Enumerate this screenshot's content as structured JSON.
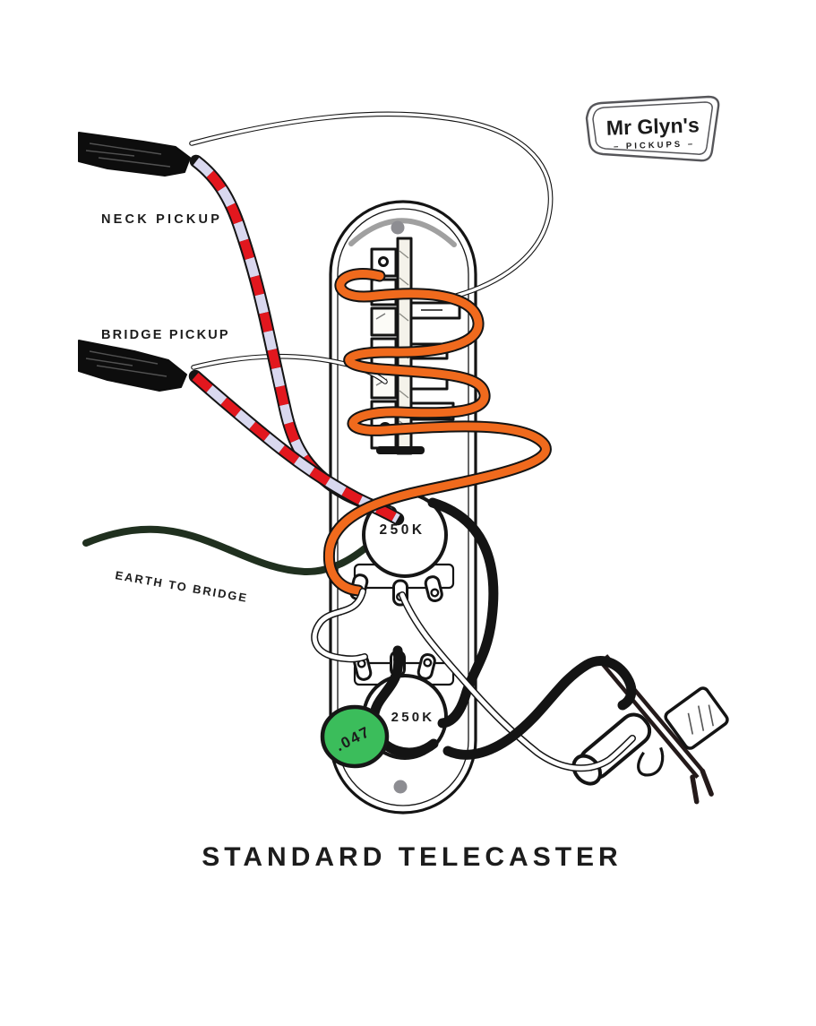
{
  "title": {
    "text": "STANDARD TELECASTER"
  },
  "logo": {
    "name": "Mr Glyn's",
    "tagline": "– PICKUPS –"
  },
  "labels": {
    "neck_pickup": "NECK PICKUP",
    "bridge_pickup": "BRIDGE PICKUP",
    "earth_to_bridge": "EARTH TO BRIDGE",
    "volume_pot_value": "250K",
    "tone_pot_value": "250K",
    "capacitor_value": ".047"
  },
  "components": {
    "control_plate": "telecaster-control-plate",
    "selector_switch": "3-way-selector-switch",
    "volume_pot": "volume-potentiometer-250k",
    "tone_pot": "tone-potentiometer-250k",
    "capacitor": "tone-capacitor-047",
    "output_jack": "output-jack",
    "neck_cable": "neck-pickup-cable",
    "bridge_cable": "bridge-pickup-cable",
    "earth_wire": "earth-to-bridge-wire"
  },
  "colors": {
    "hot_wire_orange": "#f06a1d",
    "pickup_wire_red": "#e2171e",
    "pickup_wire_lavender": "#d9d8ef",
    "capacitor_green": "#3bbd5b",
    "earth_wire_green": "#20301f",
    "ink_black": "#141414",
    "logo_gray": "#56565a",
    "screw_gray": "#8d8d92",
    "background": "#ffffff"
  }
}
